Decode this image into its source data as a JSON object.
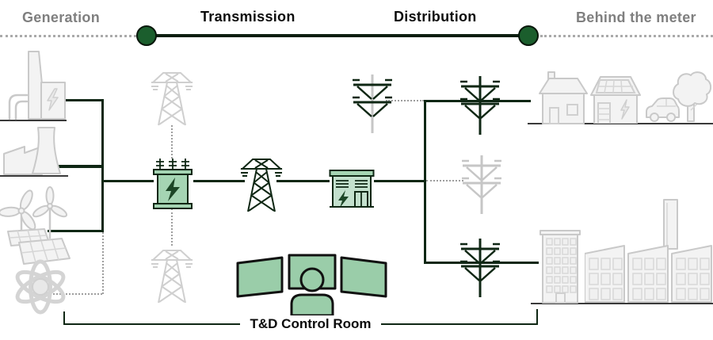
{
  "header": {
    "stages": [
      {
        "id": "generation",
        "label": "Generation",
        "active": false
      },
      {
        "id": "transmission",
        "label": "Transmission",
        "active": true
      },
      {
        "id": "distribution",
        "label": "Distribution",
        "active": true
      },
      {
        "id": "behind_the_meter",
        "label": "Behind the meter",
        "active": false
      }
    ],
    "timeline": {
      "markers": 2,
      "solid_segment": [
        "Transmission",
        "Distribution"
      ],
      "dotted_segments": [
        "Generation",
        "Behind the meter"
      ]
    }
  },
  "control_room": {
    "label": "T&D Control Room"
  },
  "colors": {
    "line_dark": "#0f2714",
    "dotted_gray": "#9e9e9e",
    "accent_green_dark": "#1b5e2d",
    "icon_green_fill": "#a5d4b3",
    "substation_wall_fill": "#c3e0cd",
    "monitor_green_fill": "#9acda9",
    "bolt_green": "#1c4526",
    "inactive_text_gray": "#7f7f7f",
    "inactive_icon_gray": "#c9c9c9",
    "active_text": "#0d0d0d"
  },
  "icons": {
    "generation": [
      "gas-power-plant-icon",
      "cooling-tower-plant-icon",
      "wind-turbines-icon",
      "solar-panels-icon",
      "nuclear-atom-icon"
    ],
    "transmission": [
      "transmission-tower-icon",
      "step-up-transformer-icon",
      "transmission-tower-icon",
      "transmission-tower-icon",
      "substation-building-icon"
    ],
    "distribution": [
      "utility-pole-icon",
      "utility-pole-icon",
      "utility-pole-icon",
      "utility-pole-icon"
    ],
    "behind_the_meter": [
      "house-icon",
      "solar-house-icon",
      "car-icon",
      "tree-icon",
      "office-building-icon",
      "factory-icon"
    ],
    "control_room": [
      "monitor-icon",
      "monitor-icon",
      "monitor-icon",
      "operator-person-icon"
    ]
  }
}
